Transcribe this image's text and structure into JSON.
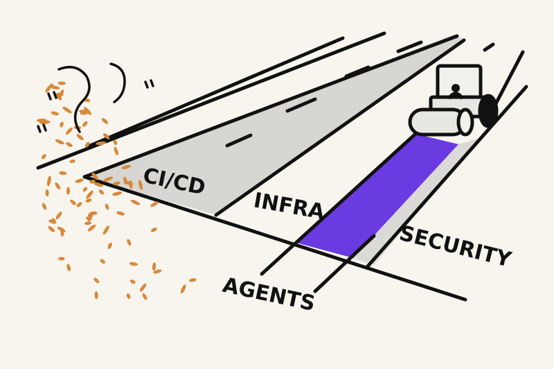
{
  "labels": {
    "cicd": "CI/CD",
    "infra": "INFRA",
    "security": "SECURITY",
    "agents": "AGENTS"
  },
  "colors": {
    "background": "#f8f5ee",
    "road_gray": "#d8d6d2",
    "fresh_asphalt": "#6a3be0",
    "gravel": "#d6893a",
    "ink": "#111111"
  },
  "icons": [
    "steamroller-icon",
    "gravel-icon"
  ]
}
